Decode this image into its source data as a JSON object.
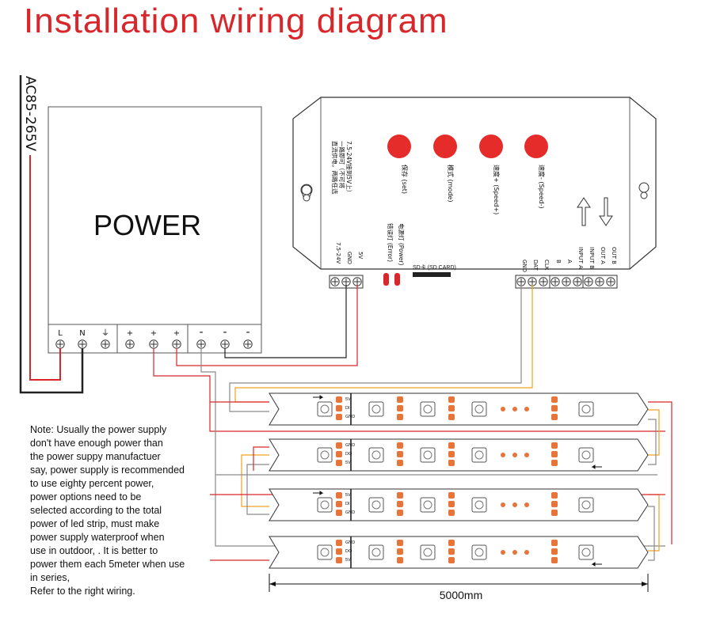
{
  "title": "Installation wiring diagram",
  "ac_label": "AC85-265V",
  "power_label": "POWER",
  "power_terminals": [
    "L",
    "N",
    "⏚",
    "+",
    "+",
    "+",
    "-",
    "-",
    "-"
  ],
  "controller": {
    "side_text": [
      "直流供电，两路任选",
      "一路即可（不可将",
      "7.5-24V接到5V上）"
    ],
    "power_pins": [
      "7.5-24V",
      "GND",
      "5V"
    ],
    "buttons": [
      {
        "label": "保存 (set)"
      },
      {
        "label": "模式 (mode)"
      },
      {
        "label": "速度+ (Speed+)"
      },
      {
        "label": "速度- (Speed-)"
      }
    ],
    "indicators": [
      "错误灯 (Error)",
      "电源灯 (Power)"
    ],
    "sd_label": "SD卡 (SD CARD)",
    "output_pins": [
      "GND",
      "DAT",
      "CLK",
      "B",
      "A",
      "INPUT A",
      "INPUT B",
      "OUT A",
      "OUT B"
    ]
  },
  "strip": {
    "pin_top": [
      "5V",
      "DI",
      "GND"
    ],
    "pin_bottom": [
      "GND",
      "DO",
      "5V"
    ],
    "length_label": "5000mm"
  },
  "note_lines": [
    "Note: Usually the power supply",
    "don't have enough power than",
    "the power suppy manufactuer",
    "say, power supply is recommended",
    "to use eighty percent power,",
    "power options need to be",
    "selected according to the total",
    "power of led strip, must make",
    "power supply waterproof when",
    "use in outdoor,  .  It is better to",
    "power them each 5meter when use",
    "in series,",
    "Refer to the right wiring."
  ],
  "colors": {
    "title": "#d9262b",
    "wire_red": "#d9262b",
    "wire_black": "#222222",
    "wire_gray": "#8a8a8a",
    "wire_orange": "#f0a020",
    "led_orange": "#e8743a",
    "button_red": "#e62b2b"
  }
}
